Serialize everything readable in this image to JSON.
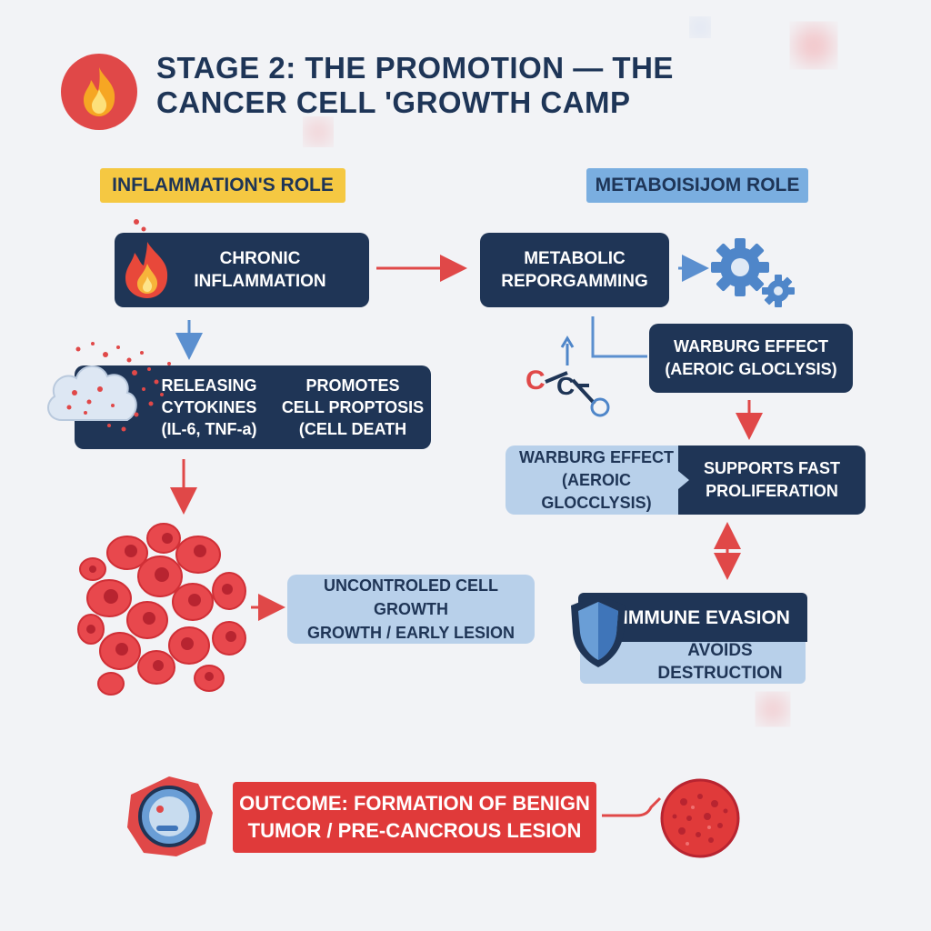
{
  "title": {
    "line1": "STAGE 2: THE PROMOTION — THE",
    "line2": "CANCER CELL 'GROWTH CAMP"
  },
  "sections": {
    "inflammation": "INFLAMMATION'S ROLE",
    "metabolism": "METABOISIJOM ROLE"
  },
  "nodes": {
    "chronic": [
      "CHRONIC",
      "INFLAMMATION"
    ],
    "cytokines": [
      "RELEASING",
      "CYTOKINES",
      "(IL-6, TNF-a)"
    ],
    "apoptosis": [
      "PROMOTES",
      "CELL PROPTOSIS",
      "(CELL DEATH"
    ],
    "uncontrolled": [
      "UNCONTROLED CELL GROWTH",
      "GROWTH / EARLY LESION"
    ],
    "metabolic": [
      "METABOLIC",
      "REPORGAMMING"
    ],
    "warburg1": [
      "WARBURG EFFECT",
      "(AEROIC GLOCLYSIS)"
    ],
    "warburg2": [
      "WARBURG EFFECT",
      "(AEROIC GLOCCLYSIS)"
    ],
    "proliferation": [
      "SUPPORTS FAST",
      "PROLIFERATION"
    ],
    "immune": "IMMUNE EVASION",
    "avoids": "AVOIDS DESTRUCTION",
    "outcome": [
      "OUTCOME: FORMATION OF BENIGN",
      "TUMOR / PRE-CANCROUS LESION"
    ]
  },
  "colors": {
    "navy": "#1f3556",
    "light_blue": "#b8d0ea",
    "red": "#e03a3a",
    "yellow": "#f5c842",
    "section_blue": "#6fa3d8"
  },
  "icons": {
    "title": "flame-icon",
    "chronic": "flame-icon",
    "cytokines": "cloud-icon",
    "gears": "gears-icon",
    "molecule": "molecule-icon",
    "cells": "cell-cluster-icon",
    "shield": "shield-icon",
    "cell": "cell-icon",
    "tumor": "tumor-icon"
  }
}
